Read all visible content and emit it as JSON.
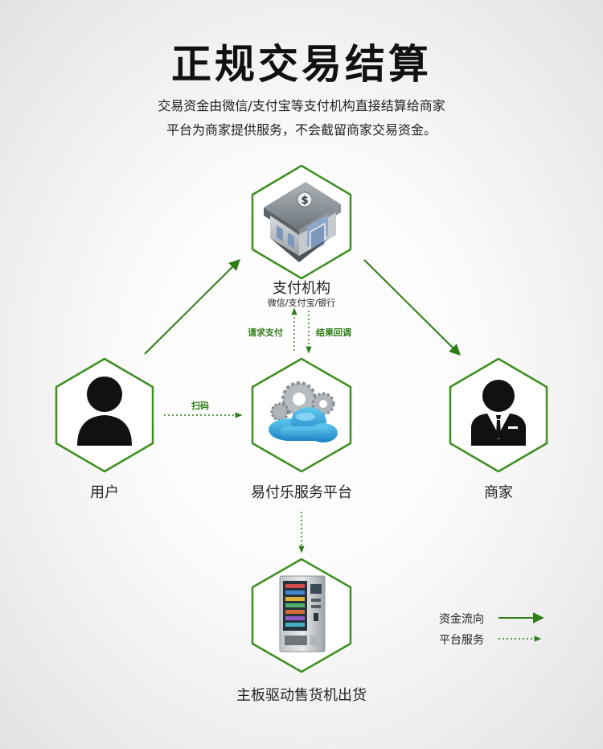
{
  "header": {
    "title": "正规交易结算",
    "line1": "交易资金由微信/支付宝等支付机构直接结算给商家",
    "line2": "平台为商家提供服务，不会截留商家交易资金。"
  },
  "nodes": {
    "payment": {
      "label": "支付机构",
      "sublabel": "微信/支付宝/银行"
    },
    "user": {
      "label": "用户"
    },
    "platform": {
      "label": "易付乐服务平台"
    },
    "merchant": {
      "label": "商家"
    },
    "machine": {
      "label": "主板驱动售货机出货"
    }
  },
  "edges": {
    "request": "请求支付",
    "callback": "结果回调",
    "scan": "扫码"
  },
  "legend": {
    "funds": "资金流向",
    "service": "平台服务"
  },
  "colors": {
    "green": "#2e7d16",
    "hex_border": "#3d8f1f"
  }
}
